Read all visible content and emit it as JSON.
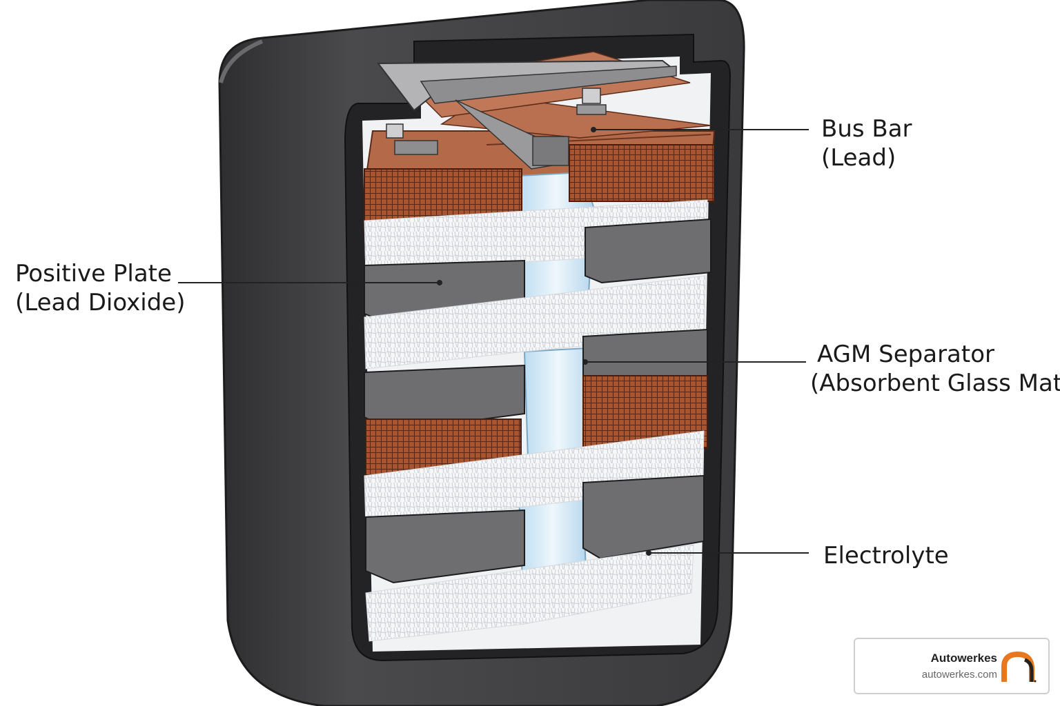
{
  "labels": {
    "bus_bar": {
      "line1": "Bus Bar",
      "line2": "(Lead)"
    },
    "positive_plate": {
      "line1": "Positive Plate",
      "line2": "(Lead Dioxide)"
    },
    "agm_separator": {
      "line1": "AGM Separator",
      "line2": "(Absorbent Glass Mat)"
    },
    "electrolyte": {
      "line1": "Electrolyte"
    }
  },
  "brand": {
    "name": "Autowerkes",
    "url": "autowerkes.com",
    "accent": "#e8781e"
  },
  "colors": {
    "case": "#3a3a3c",
    "lead_plate": "#b06848",
    "positive_plate": "#6e6e70",
    "separator": "#f2f4f6",
    "bus_bar": "#9a9a9a",
    "electrolyte": "#cfe6f4"
  }
}
